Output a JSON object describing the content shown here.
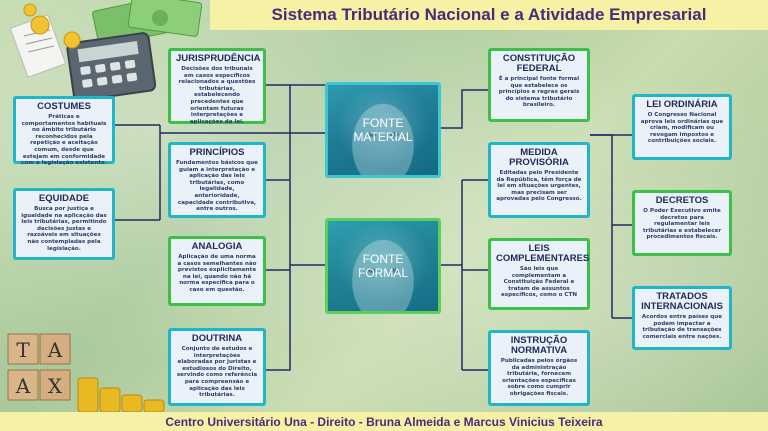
{
  "title": "Sistema Tributário Nacional e a Atividade Empresarial",
  "footer": "Centro Universitário Una - Direito - Bruna Almeida e Marcus Vinicius Teixeira",
  "hubs": {
    "material": "FONTE\nMATERIAL",
    "formal": "FONTE\nFORMAL"
  },
  "left": {
    "costumes": {
      "title": "COSTUMES",
      "text": "Práticas e comportamentos habituais no âmbito tributário reconhecidos pela repetição e aceitação comum, desde que estejam em conformidade com a legislação existente."
    },
    "equidade": {
      "title": "EQUIDADE",
      "text": "Busca por justiça e igualdade na aplicação das leis tributárias, permitindo decisões justas e razoáveis em situações não contempladas pela legislação."
    }
  },
  "mid": {
    "jurisprudencia": {
      "title": "JURISPRUDÊNCIA",
      "text": "Decisões dos tribunais em casos específicos relacionados a questões tributárias, estabelecendo precedentes que orientam futuras interpretações e aplicações da lei."
    },
    "principios": {
      "title": "PRINCÍPIOS",
      "text": "Fundamentos básicos que guiam a interpretação e aplicação das leis tributárias, como legalidade, anterioridade, capacidade contributiva, entre outros."
    },
    "analogia": {
      "title": "ANALOGIA",
      "text": "Aplicação de uma norma a casos semelhantes não previstos explicitamente na lei, quando não há norma específica para o caso em questão."
    },
    "doutrina": {
      "title": "DOUTRINA",
      "text": "Conjunto de estudos e interpretações elaboradas por juristas e estudiosos do Direito, servindo como referência para compreensão e aplicação das leis tributárias."
    }
  },
  "right1": {
    "constituicao": {
      "title": "CONSTITUIÇÃO\nFEDERAL",
      "text": "É a principal fonte formal que estabelece os princípios e regras gerais do sistema tributário brasileiro."
    },
    "medida": {
      "title": "MEDIDA\nPROVISÓRIA",
      "text": "Editadas pelo Presidente da República, têm força de lei em situações urgentes, mas precisam ser aprovadas pelo Congresso."
    },
    "leis": {
      "title": "LEIS\nCOMPLEMENTARES",
      "text": "São leis que complementam a Constituição Federal e tratam de assuntos específicos, como o CTN"
    },
    "instrucao": {
      "title": "INSTRUÇÃO\nNORMATIVA",
      "text": "Publicadas pelos órgãos da administração tributária, fornecem orientações específicas sobre como cumprir obrigações fiscais."
    }
  },
  "right2": {
    "ordinaria": {
      "title": "LEI ORDINÁRIA",
      "text": "O Congresso Nacional aprova leis ordinárias que criam, modificam ou revogam impostos e contribuições sociais."
    },
    "decretos": {
      "title": "DECRETOS",
      "text": "O Poder Executivo emite decretos para regulamentar leis tributárias e estabelecer procedimentos fiscais."
    },
    "tratados": {
      "title": "TRATADOS\nINTERNACIONAIS",
      "text": "Acordos entre países que podem impactar a tributação de transações comerciais entre nações."
    }
  },
  "decor": {
    "tax_letters": [
      "T",
      "A",
      "X"
    ]
  },
  "colors": {
    "banner": "#f6f2a5",
    "title_text": "#4b2a78",
    "line": "#1f2a66",
    "box_fill": "#eaf1f8"
  }
}
